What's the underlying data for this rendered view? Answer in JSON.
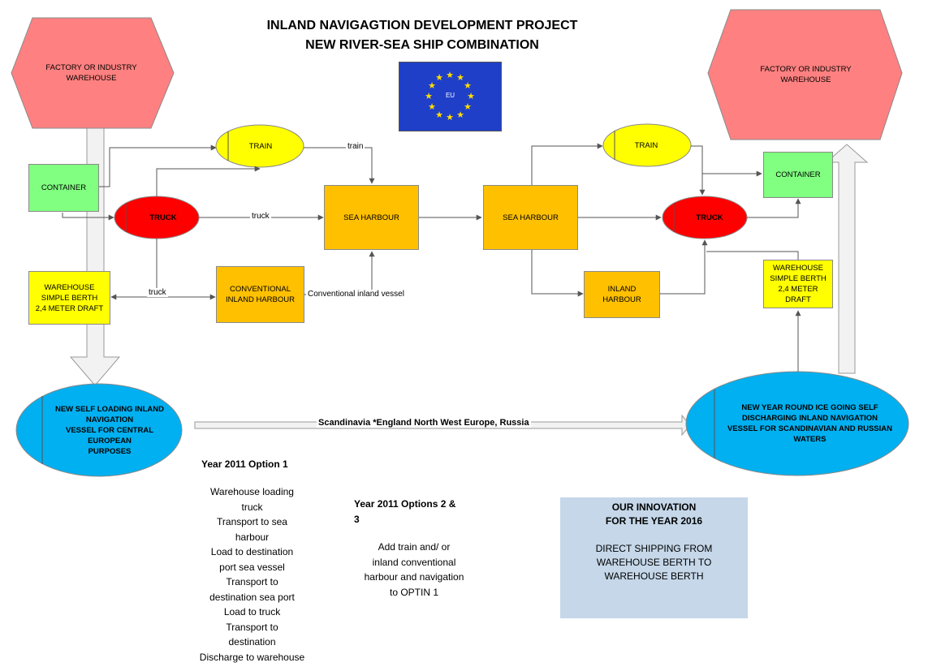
{
  "title_line1": "INLAND NAVIGAGTION DEVELOPMENT PROJECT",
  "title_line2": "NEW RIVER-SEA SHIP COMBINATION",
  "eu_flag": {
    "label": "EU",
    "star_color": "#ffdd00",
    "background": "#1f3fc8"
  },
  "colors": {
    "factory": "#ff8080",
    "container": "#80ff80",
    "truck": "#ff0000",
    "train": "#ffff00",
    "harbour": "#ffc000",
    "warehouse": "#ffff00",
    "vessel": "#00b0f0",
    "innovation_box": "#c5d7e9"
  },
  "nodes": {
    "factory_left": "FACTORY OR INDUSTRY\nWAREHOUSE",
    "factory_right": "FACTORY OR INDUSTRY\nWAREHOUSE",
    "container_left": "CONTAINER",
    "container_right": "CONTAINER",
    "train_left": "TRAIN",
    "train_right": "TRAIN",
    "truck_left": "TRUCK",
    "truck_right": "TRUCK",
    "sea_harbour_left": "SEA HARBOUR",
    "sea_harbour_right": "SEA HARBOUR",
    "conventional_harbour": "CONVENTIONAL\nINLAND HARBOUR",
    "inland_harbour": "INLAND\nHARBOUR",
    "warehouse_left": "WAREHOUSE\nSIMPLE BERTH\n2,4 METER DRAFT",
    "warehouse_right": "WAREHOUSE\nSIMPLE BERTH\n2,4 METER\nDRAFT",
    "vessel_left": "NEW SELF LOADING INLAND\nNAVIGATION\nVESSEL FOR CENTRAL EUROPEAN\nPURPOSES",
    "vessel_right": "NEW  YEAR ROUND ICE GOING  SELF\nDISCHARGING INLAND  NAVIGATION\nVESSEL FOR SCANDINAVIAN AND RUSSIAN\nWATERS"
  },
  "edge_labels": {
    "train": "train",
    "truck_to_sea": "truck",
    "truck_to_warehouse": "truck",
    "conventional_vessel": "Conventional inland vessel",
    "route": "Scandinavia *England North West Europe, Russia"
  },
  "option1": {
    "heading": "Year 2011  Option 1",
    "steps": [
      "Warehouse loading",
      "truck",
      "Transport to sea",
      "harbour",
      "Load to destination",
      "port sea vessel",
      "Transport to",
      "destination sea port",
      "Load to truck",
      "Transport to",
      "destination",
      "Discharge to warehouse"
    ]
  },
  "option23": {
    "heading_line1": "Year 2011  Options  2 &",
    "heading_line2": "3",
    "lines": [
      "Add train  and/ or",
      "inland conventional",
      "harbour and navigation",
      "to OPTIN 1"
    ]
  },
  "innovation": {
    "heading_line1": "OUR INNOVATION",
    "heading_line2": "FOR THE YEAR 2016",
    "lines": [
      "DIRECT SHIPPING FROM",
      "WAREHOUSE BERTH TO",
      "WAREHOUSE BERTH"
    ]
  }
}
